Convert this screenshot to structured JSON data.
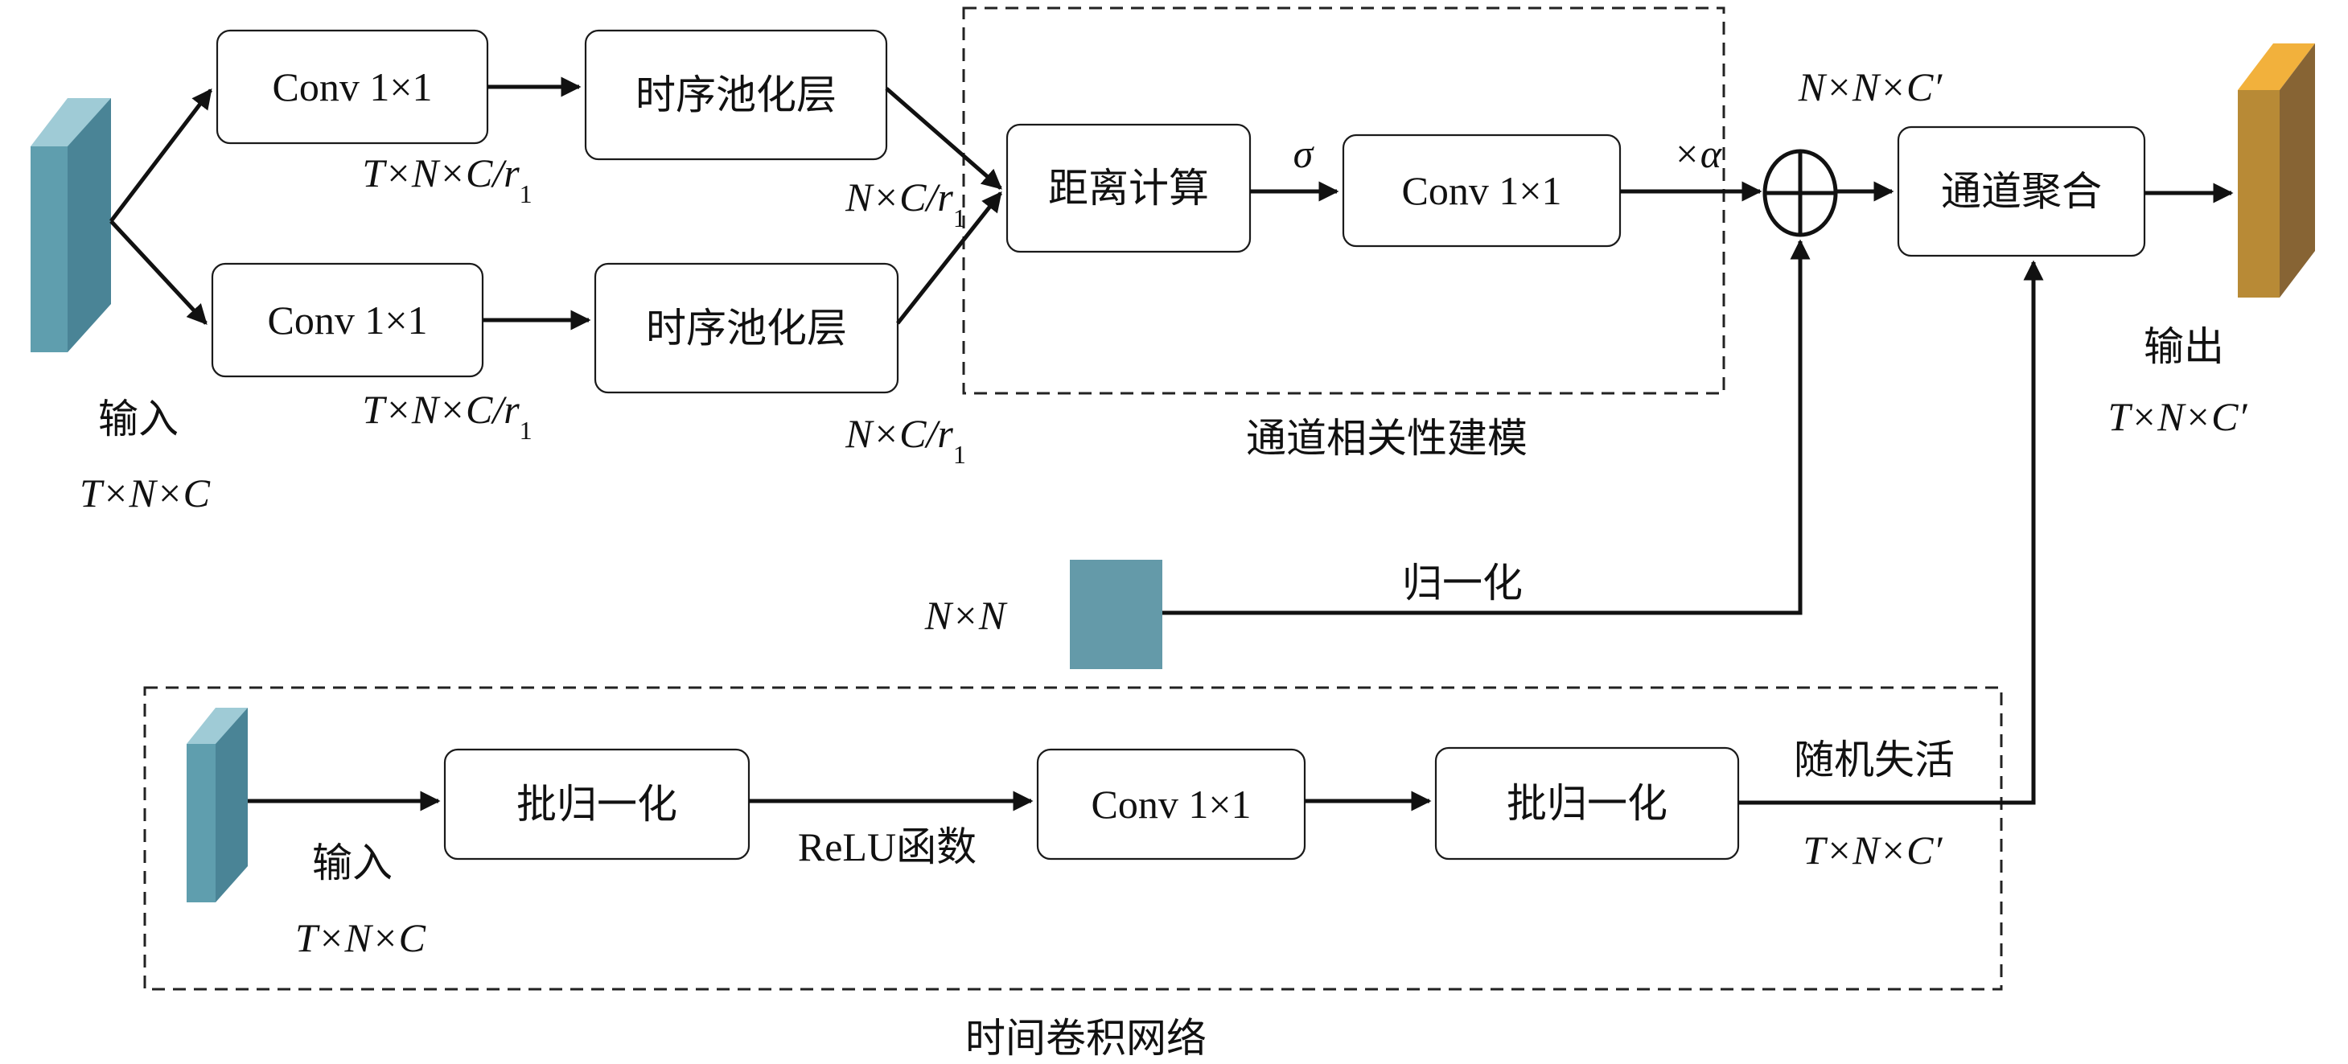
{
  "boxes": {
    "conv_top": "Conv 1×1",
    "conv_bottom": "Conv 1×1",
    "pool_top": "时序池化层",
    "pool_bottom": "时序池化层",
    "distance": "距离计算",
    "conv_mid": "Conv 1×1",
    "aggregate": "通道聚合",
    "bn1": "批归一化",
    "conv_tcn": "Conv 1×1",
    "bn2": "批归一化"
  },
  "labels": {
    "input_main": "输入",
    "input_main_dims": "T×N×C",
    "conv_top_dims": "T×N×C/r",
    "conv_bottom_dims": "T×N×C/r",
    "pool_top_dims": "N×C/r",
    "pool_bottom_dims": "N×C/r",
    "subscript": "1",
    "sigma": "σ",
    "alpha": "×α",
    "sum_dims": "N×N×C′",
    "output": "输出",
    "output_dims": "T×N×C′",
    "module_corr": "通道相关性建模",
    "adj_dims": "N×N",
    "normalize": "归一化",
    "input_tcn": "输入",
    "input_tcn_dims": "T×N×C",
    "relu": "ReLU函数",
    "dropout": "随机失活",
    "tcn_out_dims": "T×N×C′",
    "module_tcn": "时间卷积网络"
  },
  "colors": {
    "teal_front": "#5f9eae",
    "teal_side": "#4a8496",
    "teal_top": "#9fcbd6",
    "gold_front": "#b88a36",
    "gold_side": "#876434",
    "gold_top": "#f2b13c",
    "adj_square": "#649aa9"
  }
}
